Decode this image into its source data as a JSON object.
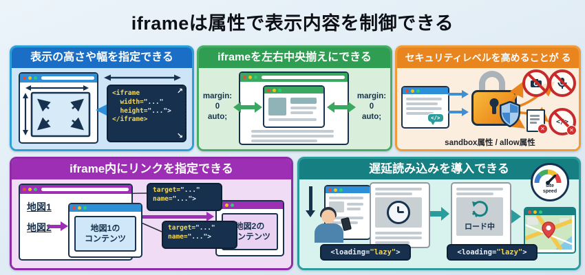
{
  "title": "iframeは属性で表示内容を制御できる",
  "icons": {
    "arrow_up_right": "↗",
    "arrow_down_right": "↘",
    "cross": "✕"
  },
  "panel_size": {
    "header": "表示の高さや幅を指定できる",
    "code_l1": "<iframe",
    "code_l2_k": "  width=",
    "code_l2_v": "\"...\"",
    "code_l3_k": "  height=",
    "code_l3_v": "\"...\">",
    "code_l4": "</iframe>"
  },
  "panel_center": {
    "header": "iframeを左右中央揃えにできる",
    "margin_lines": [
      "margin:",
      "0",
      "auto;"
    ]
  },
  "panel_security": {
    "header": "セキュリティレベルを高めることが る",
    "bubble_code": "</>",
    "blocked_code_glyph": "</>",
    "caption": "sandbox属性 / allow属性"
  },
  "panel_link": {
    "header": "iframe内にリンクを指定できる",
    "link1": "地図1",
    "link2": "地図2",
    "code_l1_k": "target=",
    "code_l1_v": "\"...\"",
    "code_l2_k": "name=",
    "code_l2_v": "\"...\">",
    "content1_l1": "地図1の",
    "content1_l2": "コンテンツ",
    "content2_l1": "地図2の",
    "content2_l2": "コンテンツ"
  },
  "panel_lazy": {
    "header": "遅延読み込みを導入できる",
    "tag_open": "<loading=",
    "tag_val": "\"lazy\"",
    "tag_close": ">",
    "loading_label": "ロード中",
    "gauge_line1": "site",
    "gauge_line2": "speed"
  },
  "colors": {
    "background": "#dfeaf3",
    "title_text": "#0d1117",
    "blue_header": "#1a6ec5",
    "blue_border": "#2b9fd8",
    "blue_body": "#cde5f6",
    "green_header": "#2f9e52",
    "green_border": "#49ad68",
    "green_body": "#d9efdc",
    "orange_header": "#e8851f",
    "orange_border": "#f09a38",
    "orange_body": "#fceede",
    "purple_header": "#9d2fb5",
    "purple_border": "#8e2aa6",
    "purple_body": "#f0ddf5",
    "teal_header": "#157f82",
    "teal_border": "#2a9c9c",
    "teal_body": "#d8f2ee",
    "code_background": "#16304e",
    "code_keyword": "#f2d75c",
    "code_value": "#e9eef6",
    "navy_line": "#17324f",
    "prohibition_red": "#c62a2a",
    "lock_orange": "#ef9322"
  }
}
